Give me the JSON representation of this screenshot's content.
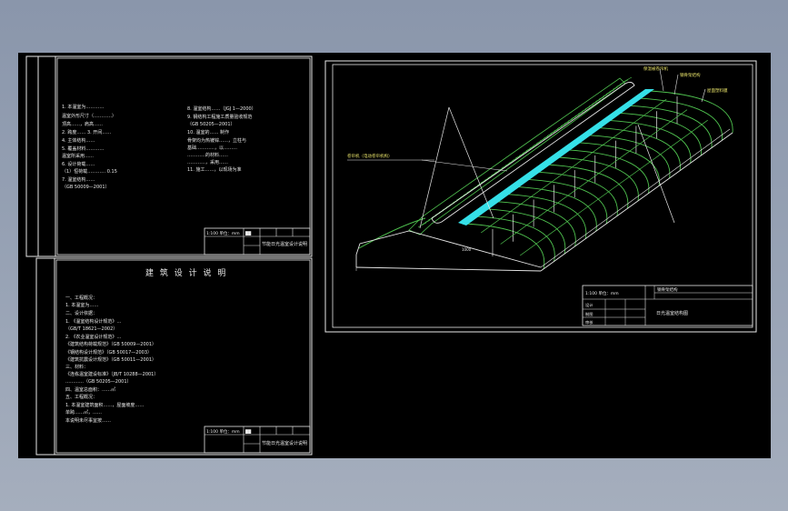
{
  "colors": {
    "background": "#000000",
    "outside": "#98a3b5",
    "line": "#e8e8e8",
    "frame_green": "#4fc24f",
    "ridge_cyan": "#35e0e8",
    "spec_yellow": "#e8e36a"
  },
  "left_top_sheet": {
    "spec_lines_col1": [
      "1. 本温室为…………",
      "温室外形尺寸（…………）",
      "顶高……，肩高……",
      "2. 跨度…… 3. 开间……",
      "4. 主体结构……",
      "5. 覆盖材料…………",
      "温室所采用……",
      "6. 设计荷载……",
      "（1）恒荷载………… 0.15",
      "7. 温室结构……",
      "（GB 50009—2001）"
    ],
    "spec_lines_col2": [
      "8. 温室结构……（JGJ 1—2000）",
      "9. 钢结构工程施工质量验收规范",
      "（GB 50205—2001）",
      "10. 温室的…… 制作",
      "骨架均为热镀锌……，立柱与",
      "基础…………，以………",
      "…………的材料……",
      "…………，采用……",
      "11. 施工……，以现场为准"
    ],
    "title_block": {
      "scale_label": "1:100 单位：mm",
      "drawing_name": "节能日光温室设计说明"
    }
  },
  "left_bottom_sheet": {
    "heading": "建 筑 设 计 说 明",
    "lines": [
      "一、工程概况：",
      "1. 本温室为……",
      "二、设计依据：",
      "1. 《温室结构设计规范》…",
      "（GB/T 18621—2002）",
      "2. 《农业温室设计规范》…",
      "《建筑结构荷载规范》（GB 50009—2001）",
      "《钢结构设计规范》（GB 50017—2003）",
      "《建筑抗震设计规范》（GB 50011—2001）",
      "三、材料：",
      "《连栋温室建设标准》（JB/T 10288—2001）",
      "…………（GB 50205—2001）",
      "四、温室总面积：……㎡",
      "五、工程概况：",
      "1. 本温室建筑面积……，屋面坡度……",
      "单跨……㎡，……",
      "本说明未尽事宜按……"
    ],
    "title_block": {
      "scale_label": "1:100 单位：mm",
      "drawing_name": "节能日光温室设计说明"
    }
  },
  "right_sheet": {
    "callouts": {
      "top_1": "保温被卷帘机",
      "top_2": "钢骨架结构",
      "top_3": "屋面塑料膜",
      "side_left": "卷帘机（电动卷帘机构）"
    },
    "dimension_text": "1000",
    "title_block": {
      "scale_label": "1:100 单位：mm",
      "label_2": "钢骨架结构",
      "rows": [
        "设计",
        "制图",
        "审核"
      ],
      "drawing_name": "日光温室结构图"
    }
  }
}
